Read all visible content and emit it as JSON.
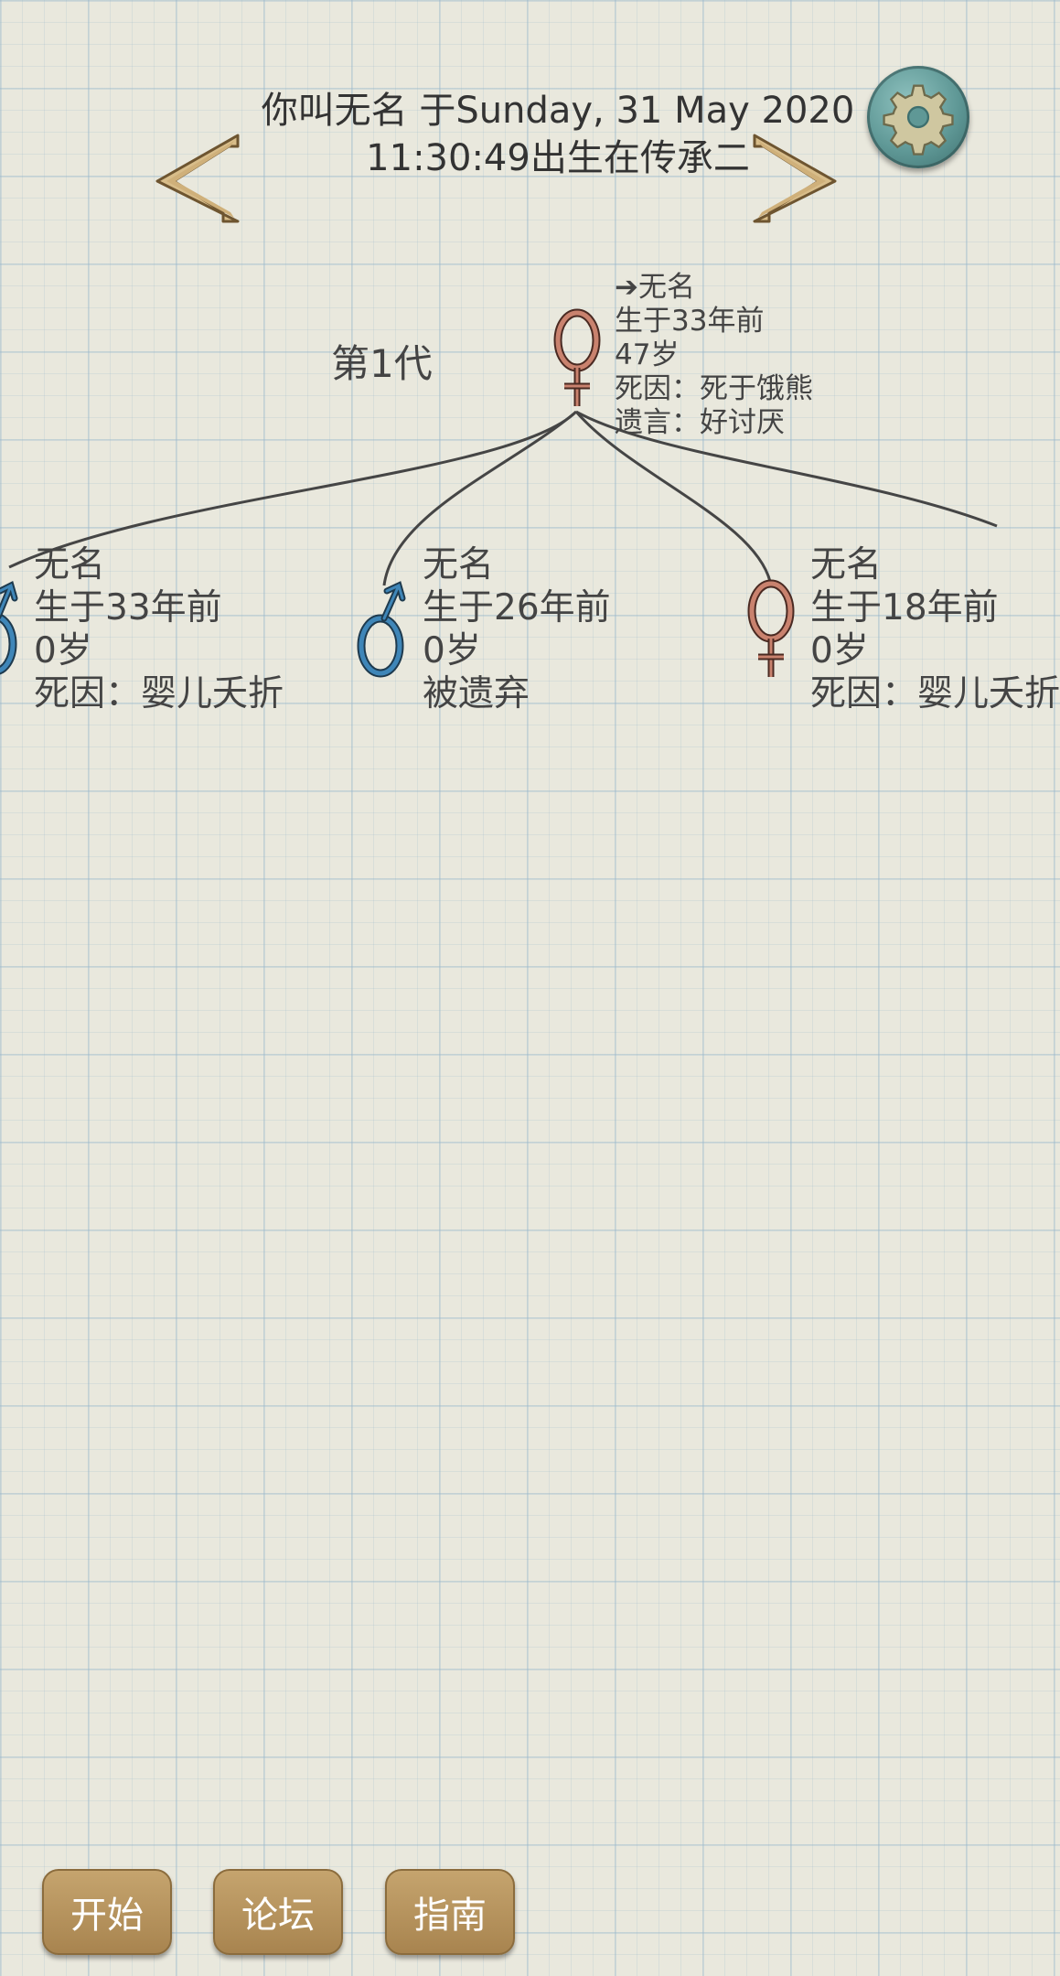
{
  "header": {
    "line1": "你叫无名 于Sunday, 31 May 2020",
    "line2": "11:30:49出生在传承二"
  },
  "generation_label": "第1代",
  "root_person": {
    "name": "➔无名",
    "born": "生于33年前",
    "age": "47岁",
    "death_cause": "死因：死于饿熊",
    "last_words": "遗言：好讨厌"
  },
  "children": [
    {
      "name": "无名",
      "born": "生于33年前",
      "age": "0岁",
      "status": "死因：婴儿夭折",
      "gender": "male-icon"
    },
    {
      "name": "无名",
      "born": "生于26年前",
      "age": "0岁",
      "status": "被遗弃",
      "gender": "male-icon"
    },
    {
      "name": "无名",
      "born": "生于18年前",
      "age": "0岁",
      "status": "死因：婴儿夭折",
      "gender": "female-icon"
    }
  ],
  "buttons": {
    "start": "开始",
    "forum": "论坛",
    "guide": "指南"
  },
  "colors": {
    "female": "#c9826e",
    "male": "#3f86b8",
    "button": "#b48f5b",
    "settings": "#5f9896"
  }
}
